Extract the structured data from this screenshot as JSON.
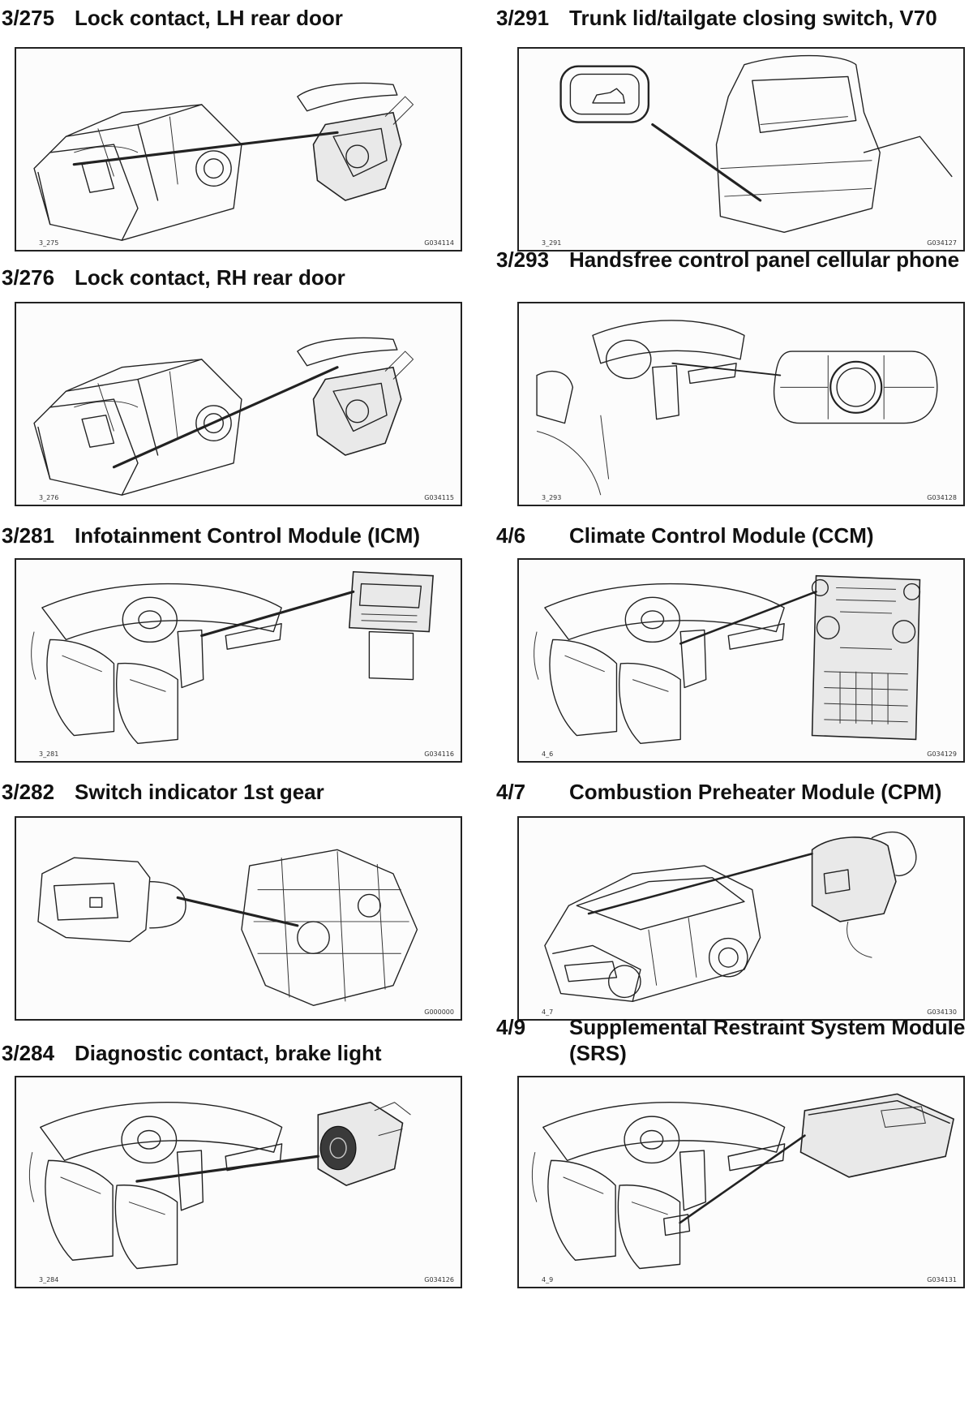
{
  "left_column": [
    {
      "code": "3/275",
      "title": "Lock contact, LH rear door",
      "fig_label": "3_275",
      "fig_id": "G034114",
      "icon": "car-rear-door-lock-icon"
    },
    {
      "code": "3/276",
      "title": "Lock contact, RH rear door",
      "fig_label": "3_276",
      "fig_id": "G034115",
      "icon": "car-rear-door-lock-icon"
    },
    {
      "code": "3/281",
      "title": "Infotainment Control Module (ICM)",
      "fig_label": "3_281",
      "fig_id": "G034116",
      "icon": "dashboard-module-icon"
    },
    {
      "code": "3/282",
      "title": "Switch indicator 1st gear",
      "fig_label": "",
      "fig_id": "G000000",
      "icon": "gearbox-switch-icon"
    },
    {
      "code": "3/284",
      "title": "Diagnostic contact, brake light",
      "fig_label": "3_284",
      "fig_id": "G034126",
      "icon": "brake-light-switch-icon"
    }
  ],
  "right_column": [
    {
      "code": "3/291",
      "title": "Trunk lid/tailgate closing switch, V70",
      "fig_label": "3_291",
      "fig_id": "G034127",
      "icon": "tailgate-switch-icon"
    },
    {
      "code": "3/293",
      "title": "Handsfree control panel cellular phone",
      "fig_label": "3_293",
      "fig_id": "G034128",
      "icon": "handsfree-panel-icon"
    },
    {
      "code": "4/6",
      "title": "Climate Control Module (CCM)",
      "fig_label": "4_6",
      "fig_id": "G034129",
      "icon": "climate-panel-icon"
    },
    {
      "code": "4/7",
      "title": "Combustion Preheater Module (CPM)",
      "fig_label": "4_7",
      "fig_id": "G034130",
      "icon": "preheater-module-icon"
    },
    {
      "code": "4/9",
      "title": "Supplemental Restraint System Module (SRS)",
      "fig_label": "4_9",
      "fig_id": "G034131",
      "icon": "srs-module-icon"
    }
  ]
}
